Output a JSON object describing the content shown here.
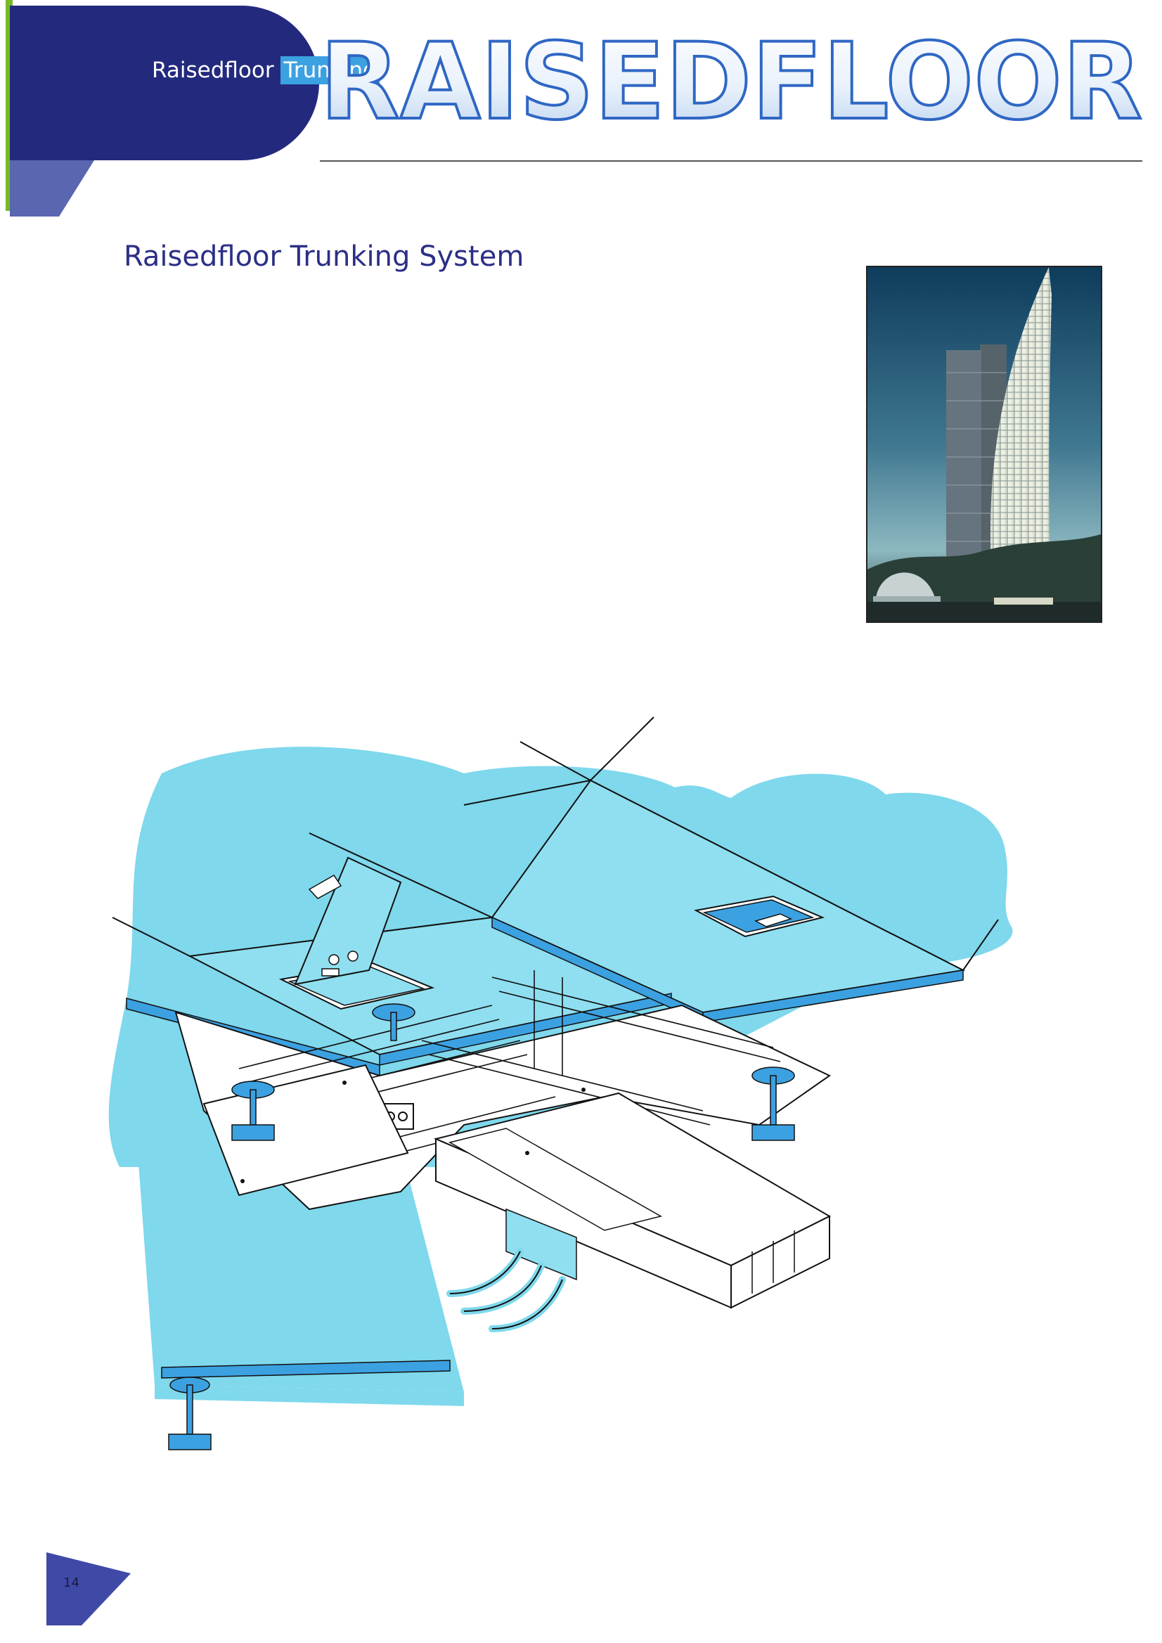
{
  "header": {
    "section_label_part1": "Raisedfloor",
    "section_label_part2": "Trunking",
    "brand_word": "RAISEDFLOOR"
  },
  "title": "Raisedfloor Trunking System",
  "footer": {
    "page_number": "14"
  },
  "colors": {
    "navy": "#232a7e",
    "accent_blue": "#3ca1e1",
    "floor_cyan": "#7fd8ec",
    "green_strip": "#78b829"
  }
}
